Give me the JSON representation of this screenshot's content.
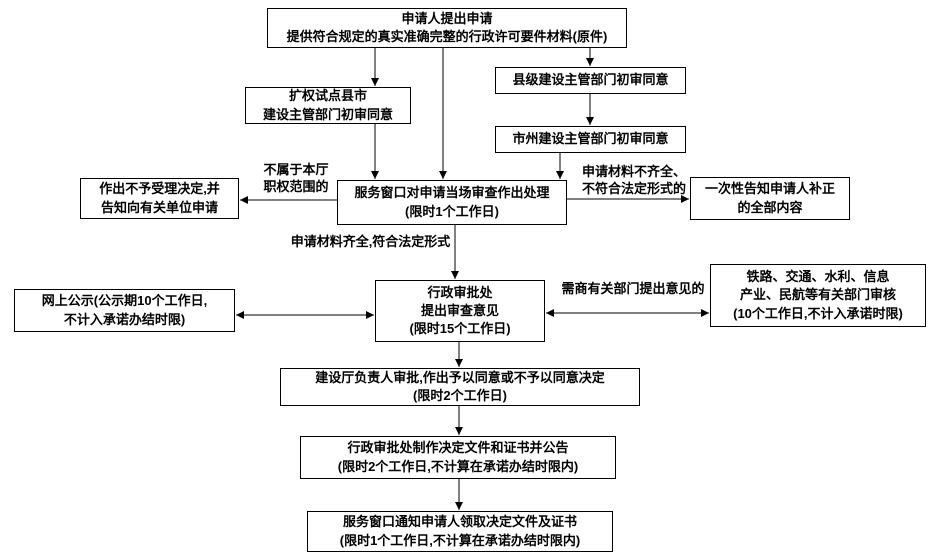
{
  "nodes": {
    "apply": {
      "text": "申请人提出申请\n提供符合规定的真实准确完整的行政许可要件材料(原件)"
    },
    "pilot": {
      "text": "扩权试点县市\n建设主管部门初审同意"
    },
    "county": {
      "text": "县级建设主管部门初审同意"
    },
    "city": {
      "text": "市州建设主管部门初审同意"
    },
    "window": {
      "text": "服务窗口对申请当场审查作出处理\n(限时1个工作日)"
    },
    "reject": {
      "text": "作出不予受理决定,并\n告知向有关单位申请"
    },
    "supplement": {
      "text": "一次性告知申请人补正\n的全部内容"
    },
    "review": {
      "text": "行政审批处\n提出审查意见\n(限时15个工作日)"
    },
    "publicity": {
      "text": "网上公示(公示期10个工作日,\n不计入承诺办结时限)"
    },
    "consult": {
      "text": "铁路、交通、水利、信息\n产业、民航等有关部门审核\n(10个工作日,不计入承诺时限)"
    },
    "director": {
      "text": "建设厅负责人审批,作出予以同意或不予以同意决定\n(限时2个工作日)"
    },
    "docs": {
      "text": "行政审批处制作决定文件和证书并公告\n(限时2个工作日,不计算在承诺办结时限内)"
    },
    "pickup": {
      "text": "服务窗口通知申请人领取决定文件及证书\n(限时1个工作日,不计算在承诺办结时限内)"
    }
  },
  "edge_labels": {
    "out_of_scope": "不属于本厅\n职权范围的",
    "incomplete": "申请材料不齐全、\n不符合法定形式的",
    "complete": "申请材料齐全,符合法定形式",
    "consult_needed": "需商有关部门提出意见的"
  },
  "colors": {
    "line": "#000000",
    "box_border": "#000000",
    "background": "#ffffff"
  }
}
